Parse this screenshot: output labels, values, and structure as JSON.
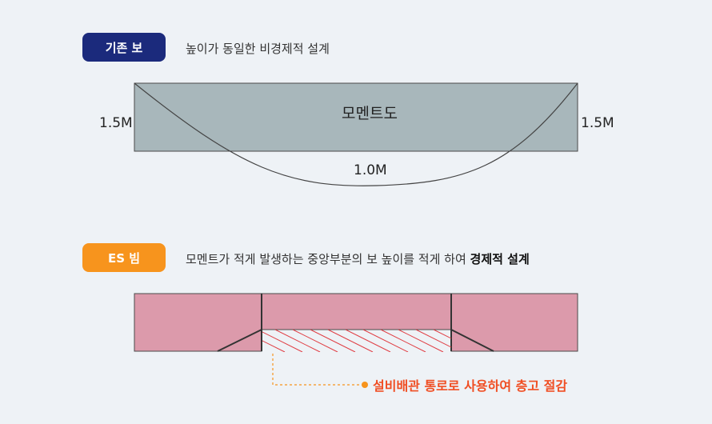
{
  "standard_beam": {
    "badge": "기존 보",
    "description": "높이가 동일한 비경제적 설계",
    "diagram_title": "모멘트도",
    "left_moment": "1.5M",
    "right_moment": "1.5M",
    "mid_moment": "1.0M",
    "colors": {
      "badge": "#1b2a7c",
      "beam": "#a8b7bb"
    }
  },
  "es_beam": {
    "badge": "ES 빔",
    "description_plain": "모멘트가 적게 발생하는 중앙부분의 보 높이를 적게 하여 ",
    "description_bold": "경제적 설계",
    "note": "설비배관 통로로 사용하여 층고 절감",
    "colors": {
      "badge": "#f7941d",
      "beam": "#dc9aab",
      "hatch": "#e0393f",
      "note": "#f04e23"
    }
  }
}
